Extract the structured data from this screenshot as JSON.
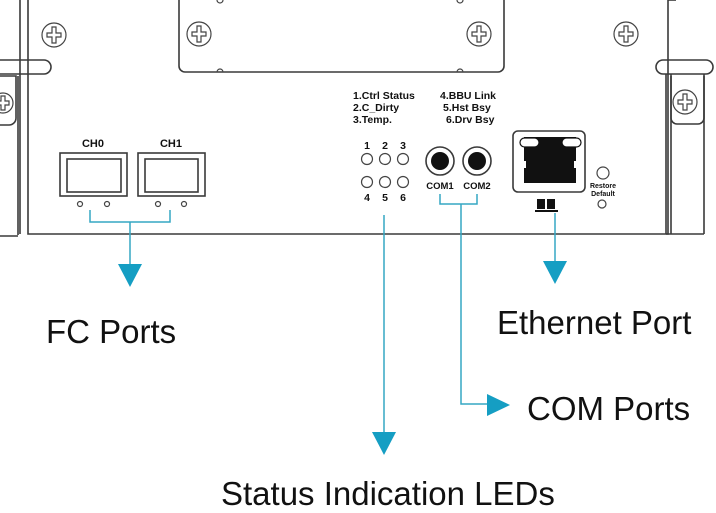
{
  "panel": {
    "fc_channels": [
      "CH0",
      "CH1"
    ],
    "led_legend_left": [
      "1.Ctrl Status",
      "2.C_Dirty",
      "3.Temp."
    ],
    "led_legend_right": [
      "4.BBU Link",
      "5.Hst Bsy",
      "6.Drv Bsy"
    ],
    "led_numbers_top": [
      "1",
      "2",
      "3"
    ],
    "led_numbers_bottom": [
      "4",
      "5",
      "6"
    ],
    "com_ports": [
      "COM1",
      "COM2"
    ],
    "restore_label_line1": "Restore",
    "restore_label_line2": "Default"
  },
  "callouts": {
    "fc_ports": "FC Ports",
    "ethernet_port": "Ethernet Port",
    "com_ports": "COM Ports",
    "status_leds": "Status Indication LEDs"
  },
  "colors": {
    "leader_line": "#35a7c4",
    "arrow_head": "#159ec3",
    "outline": "#3a3a3a"
  }
}
